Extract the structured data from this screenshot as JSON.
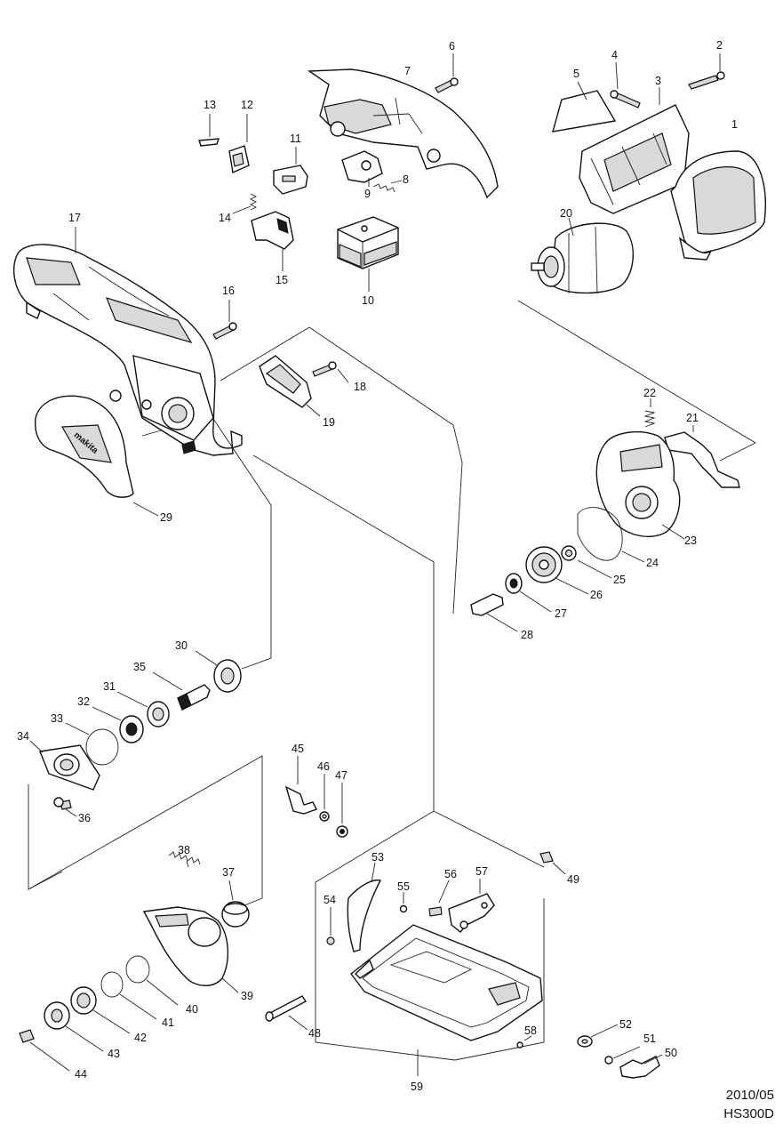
{
  "footer": {
    "date": "2010/05",
    "model": "HS300D"
  },
  "callouts": [
    "1",
    "2",
    "3",
    "4",
    "5",
    "6",
    "7",
    "8",
    "9",
    "10",
    "11",
    "12",
    "13",
    "14",
    "15",
    "16",
    "17",
    "18",
    "19",
    "20",
    "21",
    "22",
    "23",
    "24",
    "25",
    "26",
    "27",
    "28",
    "29",
    "30",
    "31",
    "32",
    "33",
    "34",
    "35",
    "36",
    "37",
    "38",
    "39",
    "40",
    "41",
    "42",
    "43",
    "44",
    "45",
    "46",
    "47",
    "48",
    "49",
    "50",
    "51",
    "52",
    "53",
    "54",
    "55",
    "56",
    "57",
    "58",
    "59"
  ],
  "guard_logo": "makita",
  "colors": {
    "line": "#111111",
    "background": "#ffffff",
    "shade": "#d9d9d9"
  }
}
